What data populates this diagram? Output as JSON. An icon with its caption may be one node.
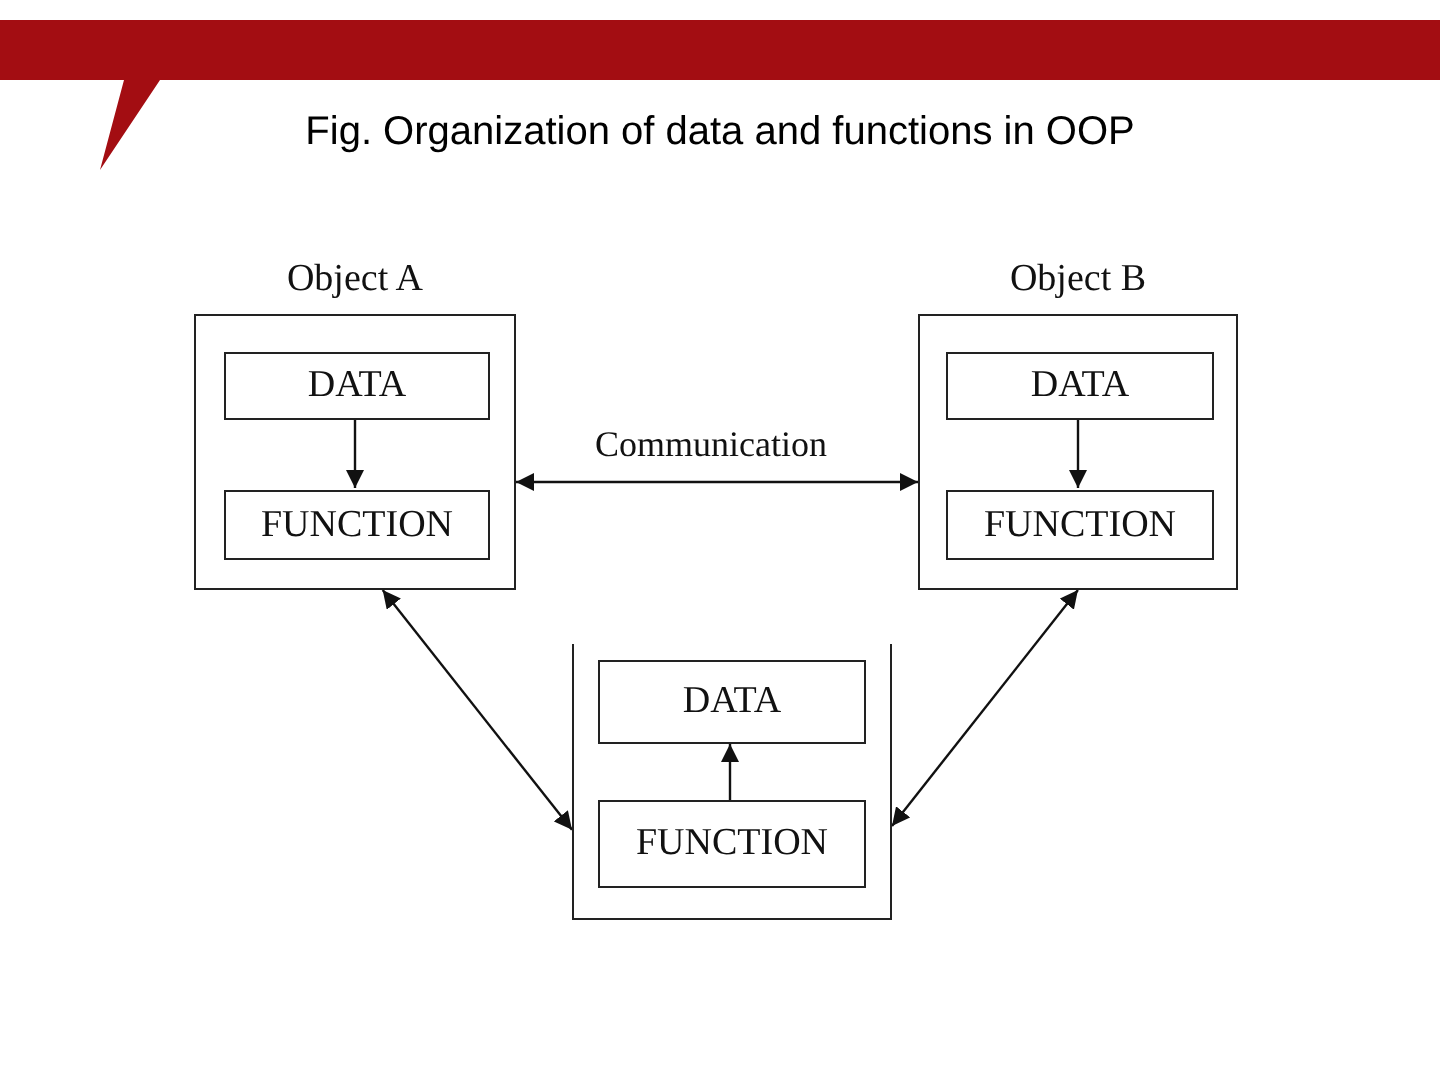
{
  "diagram": {
    "title": "Fig. Organization of data and functions in OOP",
    "nodes": [
      {
        "text": [
          "Object A"
        ]
      },
      {
        "text": [
          "DATA"
        ],
        "in": 0
      },
      {
        "text": [
          "FUNCTION"
        ],
        "in": 0
      },
      {
        "text": [
          "Object B"
        ]
      },
      {
        "text": [
          "DATA"
        ],
        "in": 3
      },
      {
        "text": [
          "FUNCTION"
        ],
        "in": 3
      },
      {
        "text": [],
        "shape": "box"
      },
      {
        "text": [
          "DATA"
        ],
        "in": 6
      },
      {
        "text": [
          "FUNCTION"
        ],
        "in": 6
      }
    ],
    "edges": [
      {
        "from": 1,
        "to": 2,
        "arrow": "to"
      },
      {
        "from": 4,
        "to": 5,
        "arrow": "to"
      },
      {
        "from": 8,
        "to": 7,
        "arrow": "to"
      },
      {
        "from": 0,
        "to": 3,
        "arrow": "both",
        "label": "Communication"
      },
      {
        "from": 0,
        "to": 6,
        "arrow": "both"
      },
      {
        "from": 3,
        "to": 6,
        "arrow": "both"
      }
    ]
  }
}
